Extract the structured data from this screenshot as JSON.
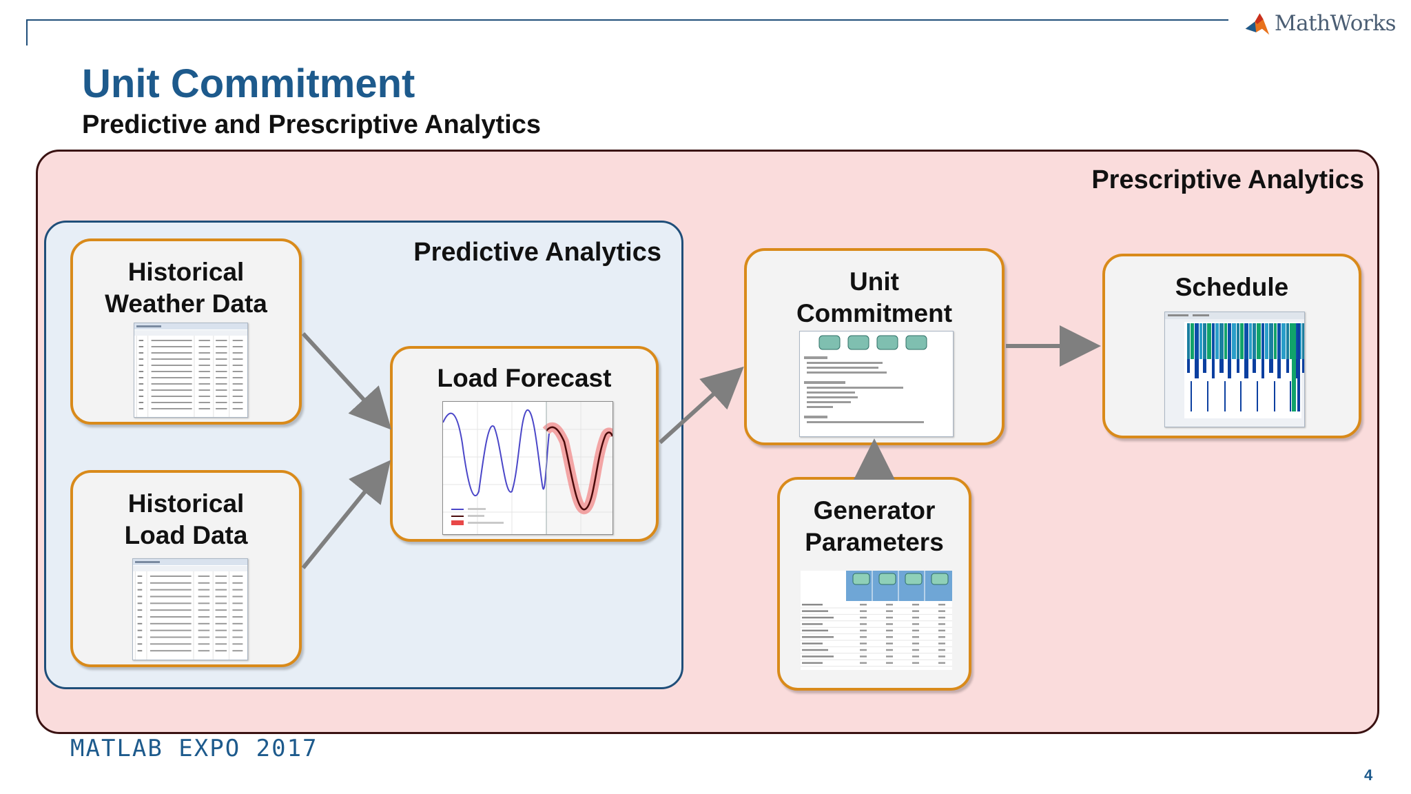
{
  "brand": {
    "logo_text": "MathWorks",
    "footer": "MATLAB EXPO 2017",
    "page_number": "4"
  },
  "slide": {
    "title": "Unit Commitment",
    "subtitle": "Predictive and Prescriptive Analytics"
  },
  "regions": {
    "prescriptive": "Prescriptive Analytics",
    "predictive": "Predictive Analytics"
  },
  "cards": {
    "weather": {
      "line1": "Historical",
      "line2": "Weather Data"
    },
    "load_data": {
      "line1": "Historical",
      "line2": "Load Data"
    },
    "forecast": {
      "label": "Load Forecast"
    },
    "unit_commitment": {
      "line1": "Unit",
      "line2": "Commitment"
    },
    "generator": {
      "line1": "Generator",
      "line2": "Parameters"
    },
    "schedule": {
      "label": "Schedule"
    }
  },
  "colors": {
    "title": "#1d5a8c",
    "card_border": "#d98a1a",
    "prescriptive_fill": "#fadcdc",
    "predictive_fill": "#e7eef6",
    "arrow": "#7f7f7f"
  },
  "icons": [
    "mathworks-logo-icon",
    "table-thumbnail-icon",
    "forecast-chart-icon",
    "equations-thumbnail-icon",
    "parameters-table-icon",
    "schedule-heatmap-icon"
  ]
}
